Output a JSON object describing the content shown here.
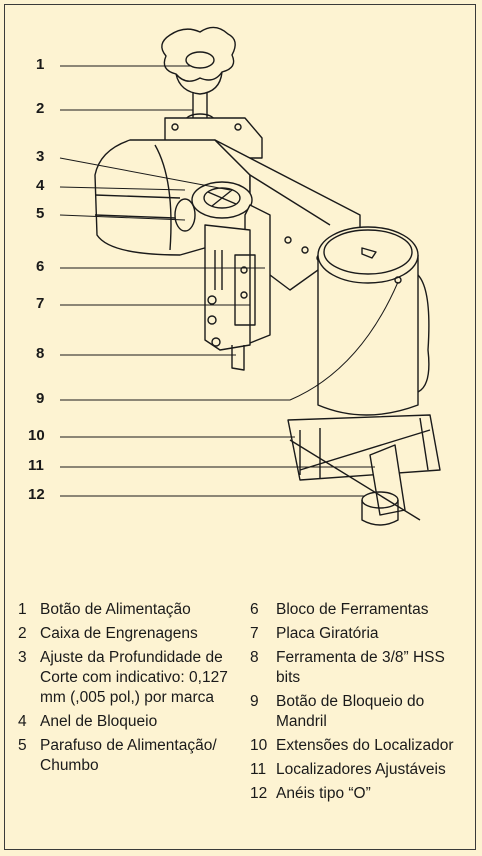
{
  "callouts": [
    "1",
    "2",
    "3",
    "4",
    "5",
    "6",
    "7",
    "8",
    "9",
    "10",
    "11",
    "12"
  ],
  "legend": {
    "left": [
      {
        "num": "1",
        "text": "Botão de Alimentação"
      },
      {
        "num": "2",
        "text": "Caixa de Engrenagens"
      },
      {
        "num": "3",
        "text": "Ajuste da Profundidade de Corte com indicativo: 0,127 mm (,005 pol,) por marca"
      },
      {
        "num": "4",
        "text": "Anel de Bloqueio"
      },
      {
        "num": "5",
        "text": "Parafuso de Alimentação/ Chumbo"
      }
    ],
    "right": [
      {
        "num": "6",
        "text": "Bloco de Ferramentas"
      },
      {
        "num": "7",
        "text": "Placa Giratória"
      },
      {
        "num": "8",
        "text": "Ferramenta de 3/8” HSS bits"
      },
      {
        "num": "9",
        "text": "Botão de Bloqueio do Mandril"
      },
      {
        "num": "10",
        "text": "Extensões do Localizador"
      },
      {
        "num": "11",
        "text": "Localizadores Ajustáveis"
      },
      {
        "num": "12",
        "text": "Anéis tipo “O”"
      }
    ]
  }
}
